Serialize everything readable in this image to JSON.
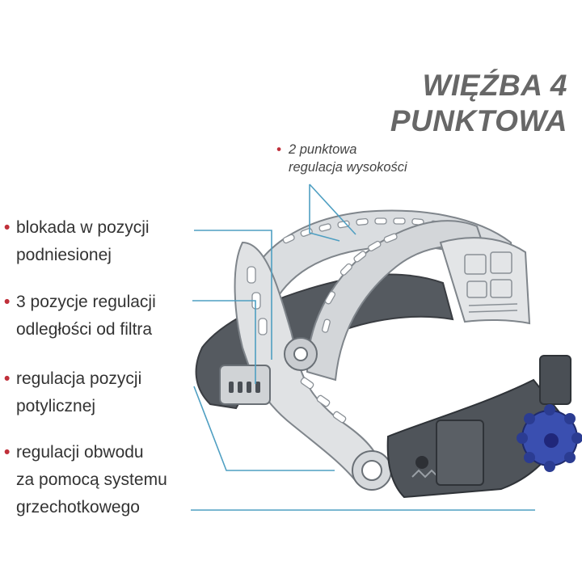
{
  "title": {
    "line1": "WIĘŹBA 4",
    "line2": "PUNKTOWA"
  },
  "labels": {
    "top_line1": "2 punktowa",
    "top_line2": "regulacja wysokości",
    "l1_line1": "blokada w pozycji",
    "l1_line2": "podniesionej",
    "l2_line1": "3 pozycje regulacji",
    "l2_line2": "odległości od filtra",
    "l3_line1": "regulacja pozycji",
    "l3_line2": "potylicznej",
    "l4_line1": "regulacji obwodu",
    "l4_line2": "za pomocą systemu",
    "l4_line3": "grzechotkowego"
  },
  "colors": {
    "title": "#676767",
    "bullet": "#c0303a",
    "leader": "#4f9fc2",
    "frame": "#d9dcdf",
    "band": "#555a60",
    "knob": "#3a4fb0"
  },
  "bullet_glyph": "•"
}
